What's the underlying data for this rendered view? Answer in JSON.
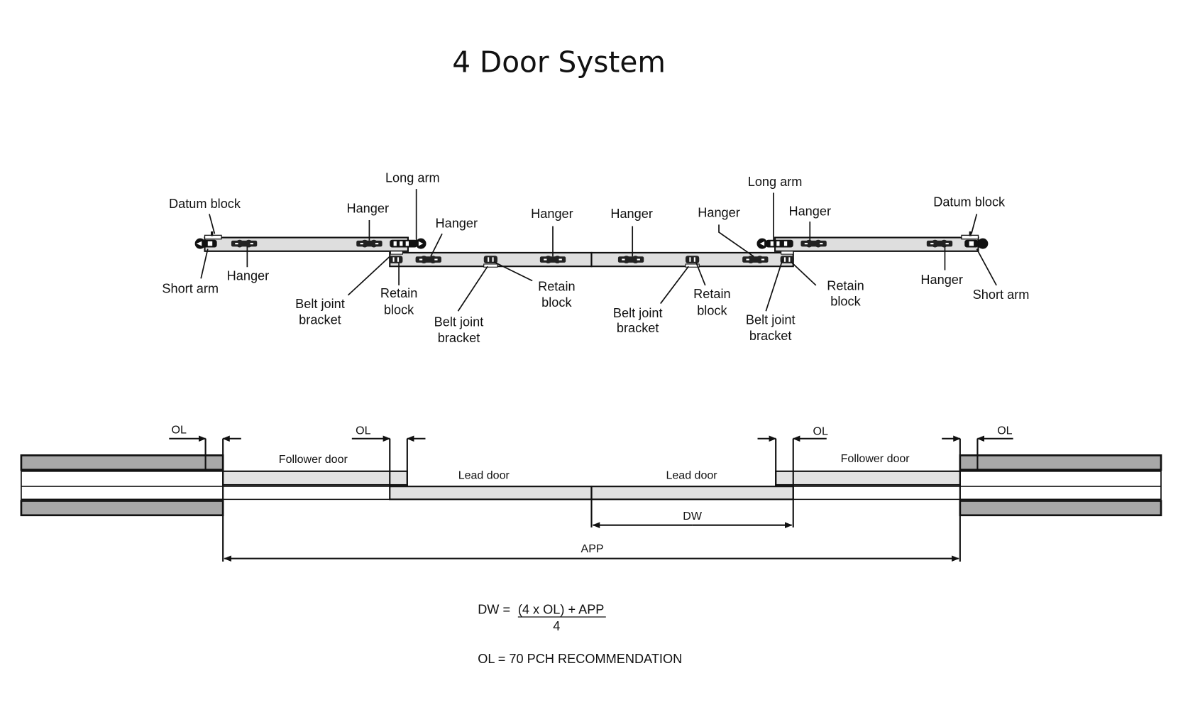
{
  "title": "4 Door System",
  "track_labels": {
    "datum_block_left": "Datum block",
    "datum_block_right": "Datum block",
    "long_arm_left": "Long arm",
    "long_arm_right": "Long arm",
    "short_arm_left": "Short arm",
    "short_arm_right": "Short arm",
    "hanger": "Hanger",
    "retain_block_line1": "Retain",
    "retain_block_line2": "block",
    "belt_joint_line1": "Belt joint",
    "belt_joint_line2": "bracket"
  },
  "plan_labels": {
    "ol": "OL",
    "follower_door": "Follower door",
    "lead_door": "Lead door",
    "dw": "DW",
    "app": "APP"
  },
  "formula": {
    "lhs": "DW = ",
    "numerator": "(4 x OL) + APP",
    "denominator": "4",
    "recommendation": "OL = 70 PCH RECOMMENDATION"
  }
}
